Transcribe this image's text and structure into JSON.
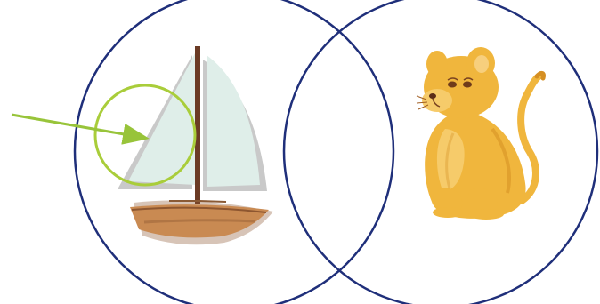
{
  "diagram": {
    "type": "venn",
    "sets": [
      {
        "id": "left",
        "contents": [
          "sailboat-illustration"
        ]
      },
      {
        "id": "right",
        "contents": [
          "lion-cub-illustration"
        ]
      }
    ],
    "intersection": {
      "contents": []
    },
    "annotation": {
      "target": "sailboat-sail",
      "markers": [
        "highlight-circle",
        "pointer-arrow"
      ]
    },
    "colors": {
      "venn_outline": "#1f2f7a",
      "highlight": "#a9cd3a",
      "arrow": "#98c43a",
      "sail": "#dfeee9",
      "sail_shadow": "#c9c9c9",
      "mast": "#6b3b25",
      "hull": "#c98a52",
      "hull_dark": "#8d5630",
      "lion_fur": "#f0b63d",
      "lion_shadow": "#d58f23"
    }
  }
}
